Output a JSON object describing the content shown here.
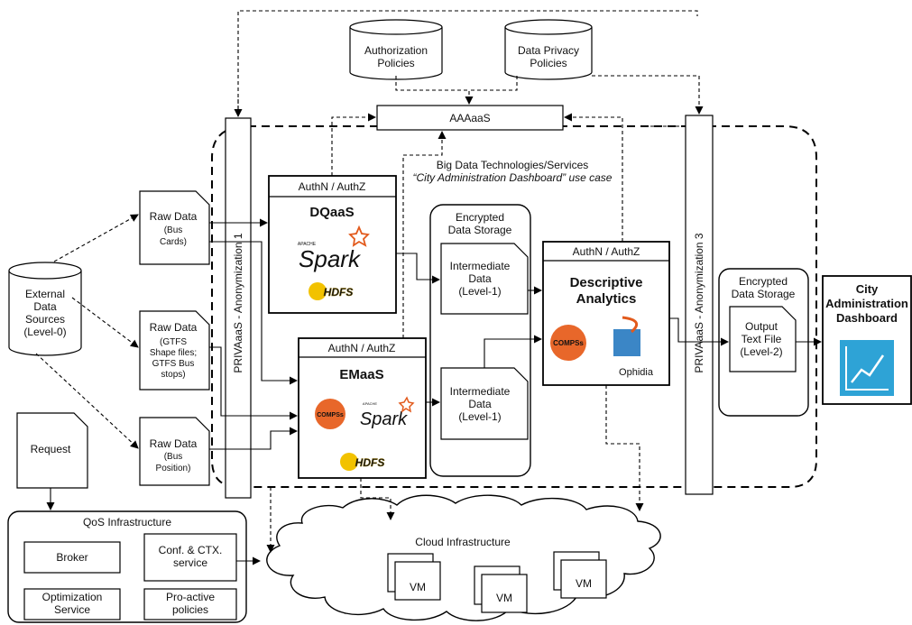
{
  "policies": {
    "authorization": [
      "Authorization",
      "Policies"
    ],
    "privacy": [
      "Data Privacy",
      "Policies"
    ]
  },
  "aaaaas": "AAAaaS",
  "big_data": {
    "title": "Big Data Technologies/Services",
    "use_case": "“City Administration Dashboard” use case"
  },
  "privaas_1": "PRIVAaaS - Anonymization 1",
  "privaas_3": "PRIVAaaS - Anonymization 3",
  "external_sources": [
    "External",
    "Data",
    "Sources",
    "(Level-0)"
  ],
  "raw_data": {
    "bus_cards": [
      "Raw Data",
      "(Bus",
      "Cards)"
    ],
    "gtfs": [
      "Raw Data",
      "(GTFS",
      "Shape files;",
      "GTFS Bus",
      "stops)"
    ],
    "bus_position": [
      "Raw Data",
      "(Bus",
      "Position)"
    ]
  },
  "authn": "AuthN / AuthZ",
  "dqaas": "DQaaS",
  "emaas": "EMaaS",
  "logos": {
    "apache": "APACHE",
    "spark": "Spark",
    "hdfs": "HDFS",
    "compss": "COMPSs",
    "ophidia": "Ophidia"
  },
  "encrypted_storage_1": [
    "Encrypted",
    "Data Storage"
  ],
  "intermediate_1": [
    "Intermediate",
    "Data",
    "(Level-1)"
  ],
  "intermediate_2": [
    "Intermediate",
    "Data",
    "(Level-1)"
  ],
  "descriptive": [
    "Descriptive",
    "Analytics"
  ],
  "encrypted_storage_2": [
    "Encrypted",
    "Data Storage"
  ],
  "output": [
    "Output",
    "Text File",
    "(Level-2)"
  ],
  "dashboard": [
    "City",
    "Administration",
    "Dashboard"
  ],
  "request": "Request",
  "qos": {
    "title": "QoS Infrastructure",
    "broker": "Broker",
    "conf": [
      "Conf. & CTX.",
      "service"
    ],
    "optimization": [
      "Optimization",
      "Service"
    ],
    "proactive": [
      "Pro-active",
      "policies"
    ]
  },
  "cloud": {
    "title": "Cloud Infrastructure",
    "vm": "VM"
  },
  "colors": {
    "spark_orange": "#E25A1C",
    "hdfs_yellow": "#F2C200",
    "compss_orange": "#E8672A",
    "ophidia_blue": "#3B86C6",
    "dashboard_blue": "#2EA3D6"
  }
}
